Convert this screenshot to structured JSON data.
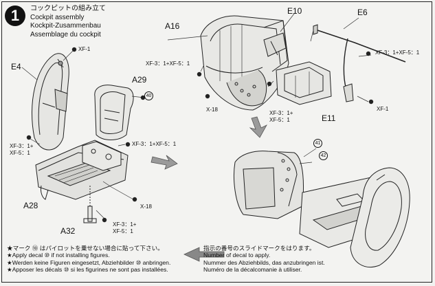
{
  "step": {
    "number": "1"
  },
  "titles": {
    "jp": "コックピットの組み立て",
    "en": "Cockpit assembly",
    "de": "Kockpit-Zusammenbau",
    "fr": "Assemblage du cockpit"
  },
  "parts": {
    "e4": "E4",
    "a29": "A29",
    "a28": "A28",
    "a32": "A32",
    "a16": "A16",
    "e10": "E10",
    "e6": "E6",
    "e11": "E11"
  },
  "paints": {
    "xf1_left": "XF-1",
    "xf3_xf5_left_a": "XF-3：1+",
    "xf3_xf5_left_b": "XF-5：1",
    "xf3_xf5_mid": "XF-3：1+XF-5：1",
    "x18_mid": "X-18",
    "xf3_xf5_a32_a": "XF-3：1+",
    "xf3_xf5_a32_b": "XF-5：1",
    "xf3_xf5_a16": "XF-3：1+XF-5：1",
    "x18_a16": "X-18",
    "xf3_xf5_e11_a": "XF-3：1+",
    "xf3_xf5_e11_b": "XF-5：1",
    "xf3_xf5_e6": "XF-3：1+XF-5：1",
    "xf1_e6": "XF-1"
  },
  "decals": {
    "d40_a29": "40",
    "d41": "41",
    "d42": "42"
  },
  "notes_left": {
    "jp": "★マーク ⑩ はパイロットを乗せない場合に貼って下さい。",
    "en": "★Apply decal ⑩ if not installing figures.",
    "de": "★Werden keine Figuren eingesetzt, Abziehbilder ⑩ anbringen.",
    "fr": "★Apposer les décals ⑩ si les figurines ne sont pas installées."
  },
  "notes_right": {
    "jp": "指示の番号のスライドマークをはります。",
    "en": "Number of decal to apply.",
    "de": "Nummer des Abziehbilds, das anzubringen ist.",
    "fr": "Numéro de la décalcomanie à utiliser."
  }
}
